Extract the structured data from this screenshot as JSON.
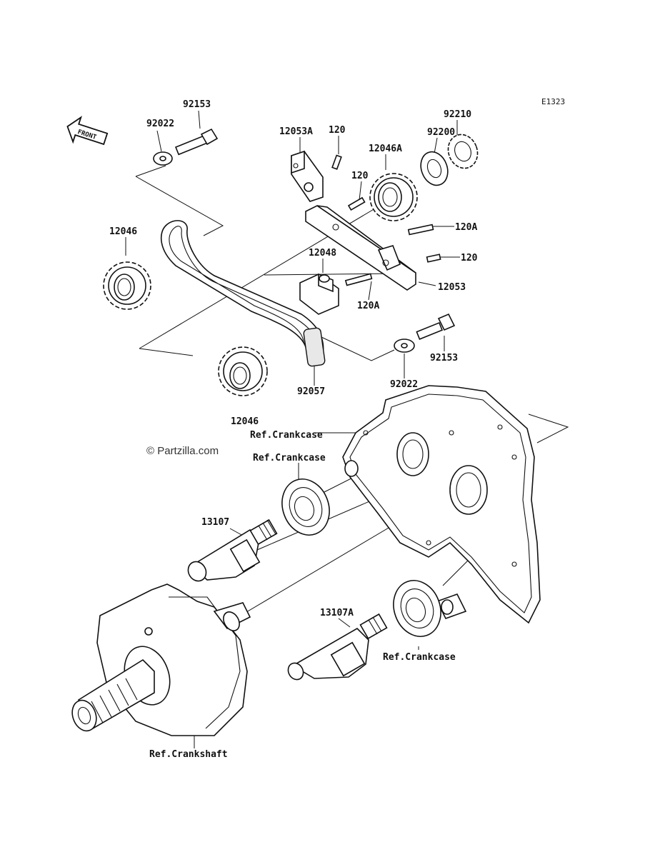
{
  "diagram_code": "E1323",
  "front_arrow_text": "FRONT",
  "watermark": "© Partzilla.com",
  "labels": {
    "p92153_top": "92153",
    "p92022_top": "92022",
    "p12053A": "12053A",
    "p120_a": "120",
    "p120_b": "120",
    "p12046A": "12046A",
    "p92200": "92200",
    "p92210": "92210",
    "p12046_left": "12046",
    "p120A_right": "120A",
    "p120_right": "120",
    "p12048": "12048",
    "p12053": "12053",
    "p120A_bottom": "120A",
    "p92153_right": "92153",
    "p92022_bottom": "92022",
    "p92057": "92057",
    "p12046_mid": "12046",
    "ref_crankcase_1": "Ref.Crankcase",
    "ref_crankcase_2": "Ref.Crankcase",
    "p13107": "13107",
    "p13107A": "13107A",
    "ref_crankcase_3": "Ref.Crankcase",
    "ref_crankshaft": "Ref.Crankshaft"
  }
}
